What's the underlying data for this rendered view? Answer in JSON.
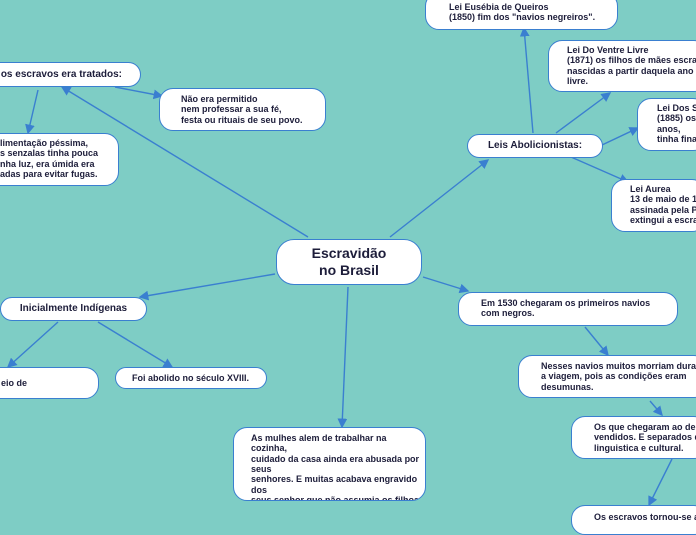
{
  "center": {
    "label": "Escravidão\nno Brasil"
  },
  "treated": {
    "label": "os escravos era tratados:",
    "children": [
      "Não era permitido\nnem professar a sua fé,\nfesta ou rituais de seu povo.",
      "limentação péssima,\ns senzalas tinha pouca\nnha luz, era úmida era\nadas para evitar fugas."
    ]
  },
  "abolition": {
    "label": "Leis Abolicionistas:",
    "children": [
      "Lei Eusébia de Queiros\n(1850) fim dos \"navios negreiros\".",
      "Lei Do Ventre Livre\n(1871) os filhos de mães escra\nnascidas a partir daquela ano\nlivre.",
      "Lei Dos S\n(1885) os\nanos,\ntinha fina",
      "Lei Aurea\n13 de maio de 1\nassinada pela P\nextingui a escra"
    ]
  },
  "indigenous": {
    "label": "Inicialmente Indígenas",
    "children": [
      "eio de",
      "Foi abolido no século XVIII."
    ]
  },
  "women": {
    "text": "As mulhes alem de trabalhar na cozinha,\ncuidado da casa ainda era abusada por\nseus\nsenhores. E muitas acabava engravido\ndos\nseus senhor que não assumia os filhos."
  },
  "ships": {
    "items": [
      "Em 1530 chegaram os primeiros navios\ncom negros.",
      "Nesses navios muitos morriam dura\na viagem, pois as condições eram\ndesumunas.",
      "Os que chegaram ao de\nvendidos. E separados d\nlinguistica e cultural.",
      "Os escravos tornou-se a"
    ]
  }
}
